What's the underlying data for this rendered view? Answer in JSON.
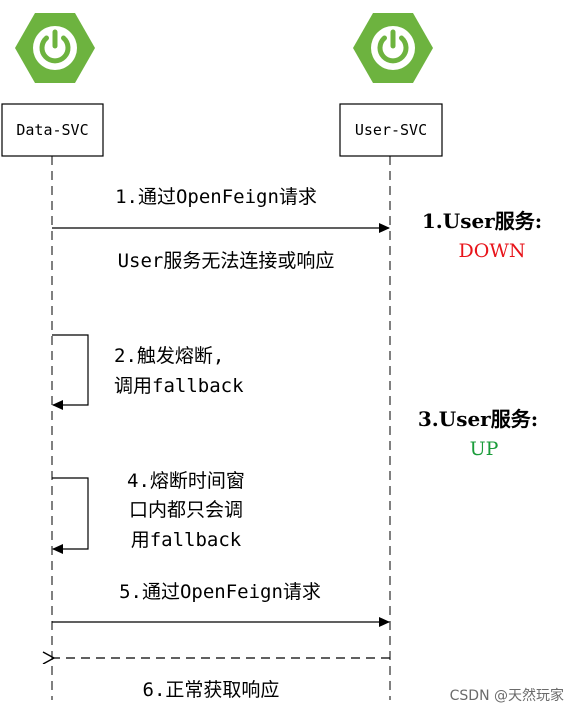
{
  "participants": {
    "left": {
      "label": "Data-SVC"
    },
    "right": {
      "label": "User-SVC"
    }
  },
  "messages": {
    "m1": "1.通过OpenFeign请求",
    "m1_note": "User服务无法连接或响应",
    "m2_line1": "2.触发熔断,",
    "m2_line2": "调用fallback",
    "m4_line1": "4.熔断时间窗",
    "m4_line2": "口内都只会调",
    "m4_line3": "用fallback",
    "m5": "5.通过OpenFeign请求",
    "m6": "6.正常获取响应"
  },
  "status": {
    "s1_title": "1.User服务:",
    "s1_value": "DOWN",
    "s1_color": "#e8141a",
    "s3_title": "3.User服务:",
    "s3_value": "UP",
    "s3_color": "#1a9c3a"
  },
  "icons": {
    "left_logo": "spring-power-icon",
    "right_logo": "spring-power-icon",
    "logo_color": "#6db33f"
  },
  "watermark": "CSDN @天然玩家"
}
